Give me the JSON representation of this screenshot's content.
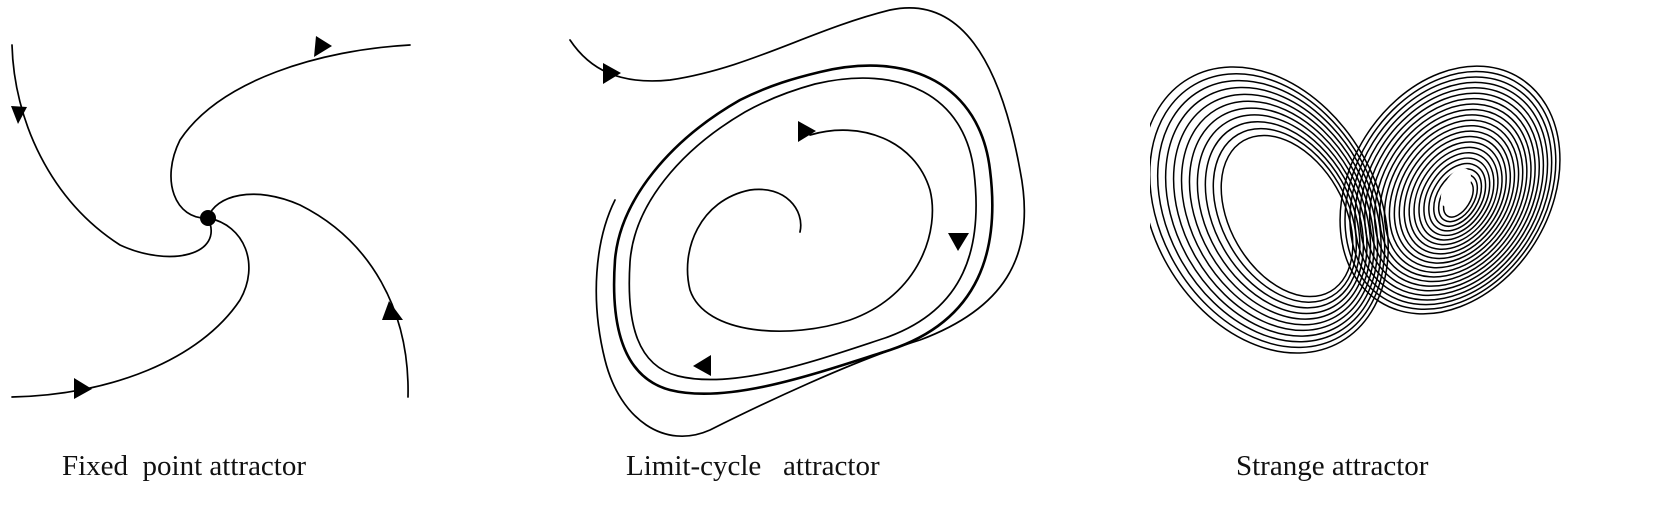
{
  "figure": {
    "panels": [
      {
        "id": "fixed-point",
        "caption": "Fixed  point attractor"
      },
      {
        "id": "limit-cycle",
        "caption": "Limit-cycle   attractor"
      },
      {
        "id": "strange",
        "caption": "Strange attractor"
      }
    ]
  },
  "colors": {
    "ink": "#000000",
    "background": "#ffffff"
  }
}
